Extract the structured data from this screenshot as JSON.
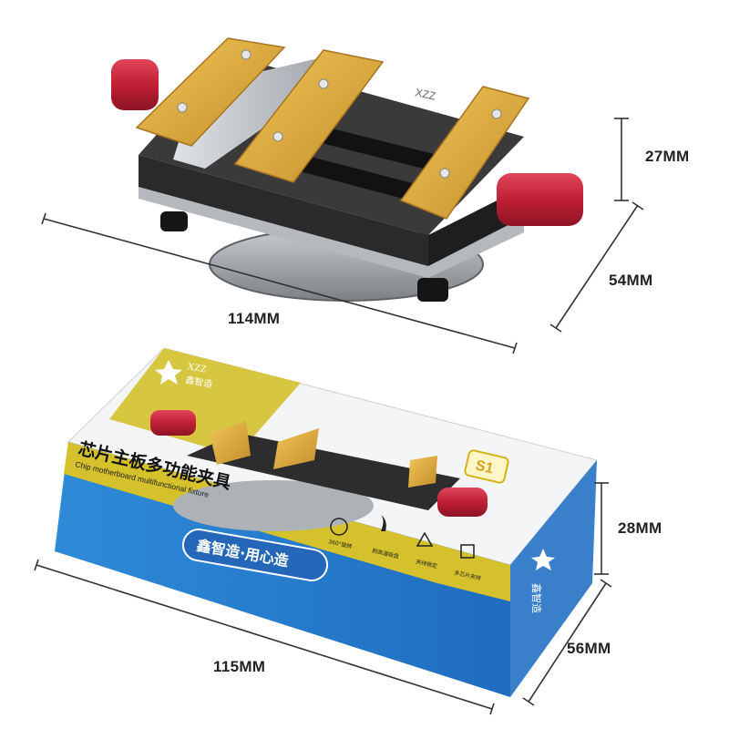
{
  "product": {
    "brand_mark": "XZZ",
    "device_engraving": "XZZ"
  },
  "dimensions": {
    "fixture_height": "27MM",
    "fixture_depth": "54MM",
    "fixture_width": "114MM",
    "box_height": "28MM",
    "box_depth": "56MM",
    "box_width": "115MM"
  },
  "box": {
    "brand_name": "鑫智造",
    "title_cn": "芯片主板多功能夹具",
    "title_en": "Chip motherboard multifunctional fixture",
    "model_badge": "S1",
    "slogan": "鑫智造·用心造",
    "features": [
      {
        "icon": "rotate-360-icon",
        "label": "360°旋转"
      },
      {
        "icon": "heat-resistant-icon",
        "label": "耐高温吸盘"
      },
      {
        "icon": "tri-clamp-icon",
        "label": "夹持稳定"
      },
      {
        "icon": "chip-icon",
        "label": "多芯片夹持"
      }
    ],
    "side_text": "鑫智造"
  },
  "colors": {
    "gold": "#d9a83a",
    "red_knob": "#c8253c",
    "box_blue": "#2f86d4",
    "box_yellow": "#d6c32a",
    "fixture_body": "#2b2b2b"
  }
}
